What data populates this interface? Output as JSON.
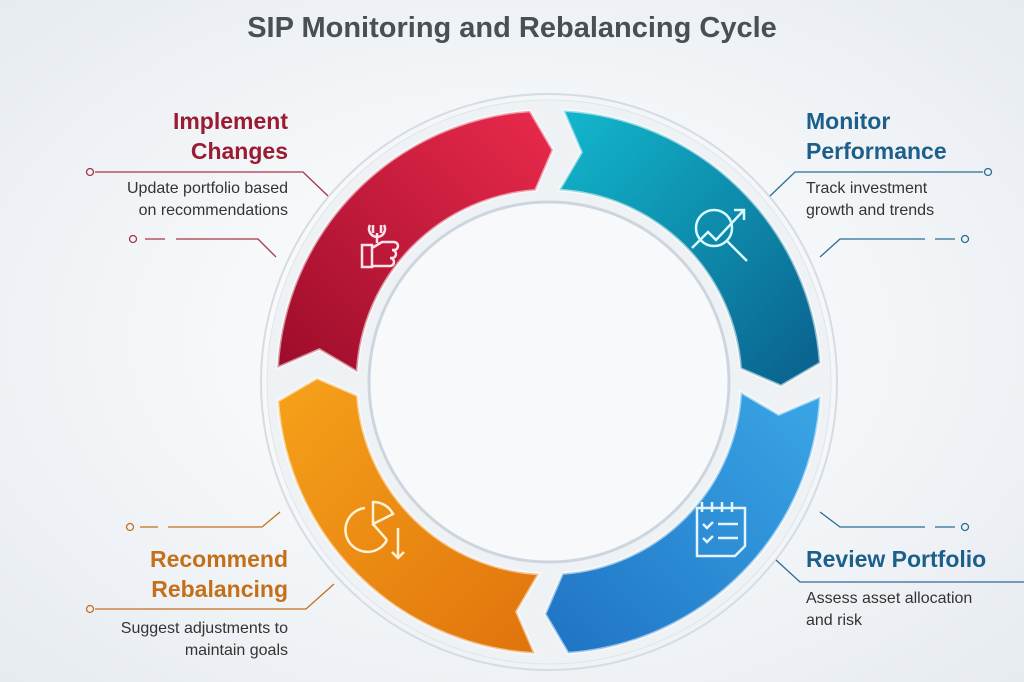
{
  "title": "SIP Monitoring and Rebalancing Cycle",
  "steps": [
    {
      "id": "monitor",
      "title_line1": "Monitor",
      "title_line2": "Performance",
      "desc_line1": "Track investment",
      "desc_line2": "growth and trends",
      "color": "#1b5f8a",
      "icon": "chart-search-icon"
    },
    {
      "id": "review",
      "title_line1": "Review Portfolio",
      "title_line2": "",
      "desc_line1": "Assess asset allocation",
      "desc_line2": "and risk",
      "color": "#1b5f8a",
      "icon": "checklist-icon"
    },
    {
      "id": "recommend",
      "title_line1": "Recommend",
      "title_line2": "Rebalancing",
      "desc_line1": "Suggest adjustments to",
      "desc_line2": "maintain goals",
      "color": "#c4701a",
      "icon": "pie-chart-icon"
    },
    {
      "id": "implement",
      "title_line1": "Implement",
      "title_line2": "Changes",
      "desc_line1": "Update portfolio based",
      "desc_line2": "on recommendations",
      "color": "#9a1b32",
      "icon": "wrench-thumb-icon"
    }
  ]
}
